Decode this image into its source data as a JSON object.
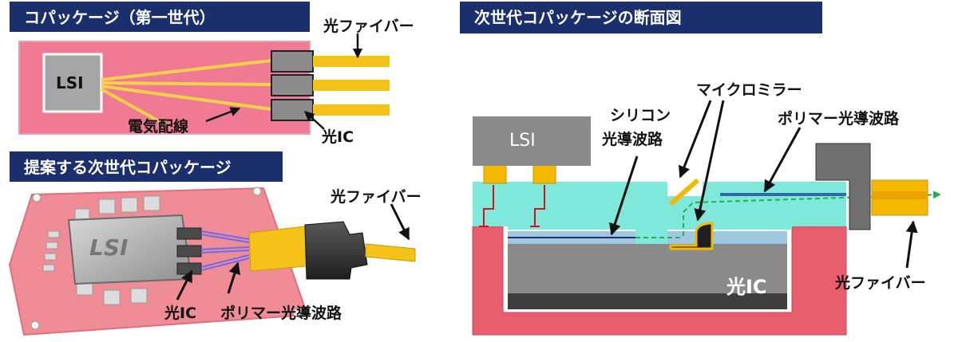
{
  "panels": {
    "gen1": {
      "title": "コパッケージ（第一世代）",
      "lsi": "LSI",
      "fiber": "光ファイバー",
      "wiring": "電気配線",
      "optical_ic": "光IC"
    },
    "proposed": {
      "title": "提案する次世代コパッケージ",
      "lsi": "LSI",
      "fiber": "光ファイバー",
      "optical_ic": "光IC",
      "polymer_waveguide": "ポリマー光導波路"
    },
    "cross_section": {
      "title": "次世代コパッケージの断面図",
      "lsi": "LSI",
      "silicon_waveguide": [
        "シリコン",
        "光導波路"
      ],
      "micromirror": "マイクロミラー",
      "polymer_waveguide": "ポリマー光導波路",
      "optical_ic": "光IC",
      "fiber": "光ファイバー"
    }
  },
  "colors": {
    "title_bg": "#1a2f6b",
    "substrate_pink": "#f07a93",
    "fiber_gold": "#f5c21a",
    "cyan_layer": "#7fe8da",
    "chip_gray": "#8a8a8a"
  }
}
